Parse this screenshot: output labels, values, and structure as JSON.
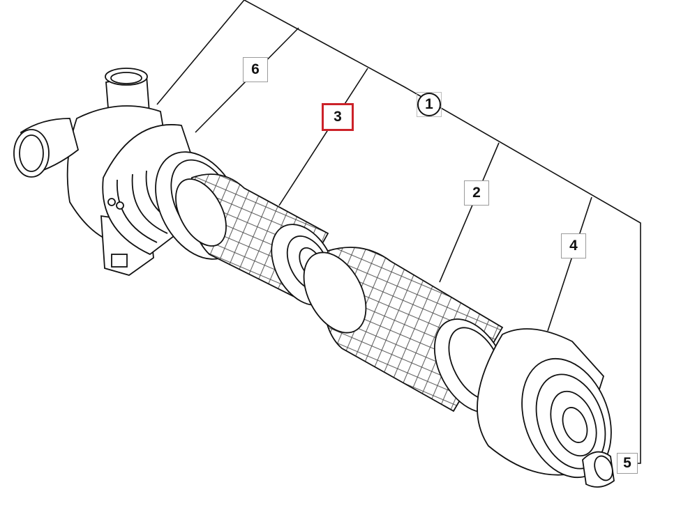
{
  "labels": {
    "assembly": "1",
    "main_element": "2",
    "highlighted": "3",
    "cover": "4",
    "valve": "5",
    "housing": "6"
  },
  "colors": {
    "highlight": "#cc2229",
    "line": "#111111",
    "background": "#ffffff"
  }
}
